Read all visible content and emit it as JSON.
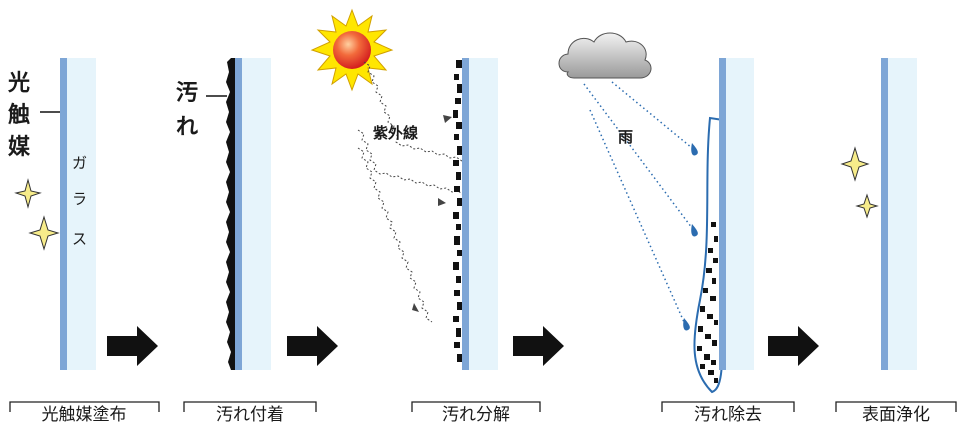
{
  "stage1": {
    "photocatalyst_label": [
      "光",
      "触",
      "媒"
    ],
    "glass_label": [
      "ガ",
      "ラ",
      "ス"
    ]
  },
  "stage2": {
    "dirt_label": [
      "汚",
      "れ"
    ]
  },
  "stage3": {
    "uv_label": "紫外線"
  },
  "stage4": {
    "rain_label": "雨"
  },
  "captions": [
    "光触媒塗布",
    "汚れ付着",
    "汚れ分解",
    "汚れ除去",
    "表面浄化"
  ],
  "colors": {
    "glass_fill": "#e6f4fb",
    "glass_coating": "#7ea6d6",
    "dirt": "#111111",
    "sparkle": "#f7ec8a",
    "rain": "#2b6cb0",
    "sun_core": "#e8332b",
    "sun_rays": "#ffe600",
    "cloud": "#bdbdbd",
    "arrow": "#111111"
  },
  "icons": [
    "sparkle-icon",
    "sun-icon",
    "cloud-icon",
    "arrow-right-icon",
    "raindrop-icon"
  ]
}
